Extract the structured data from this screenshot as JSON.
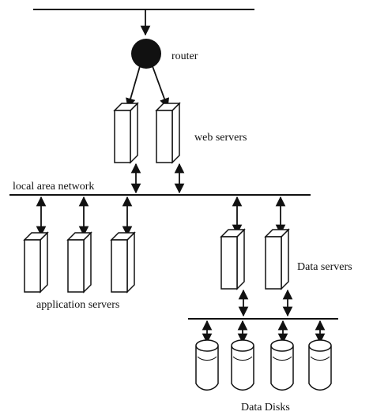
{
  "labels": {
    "router": "router",
    "web_servers": "web servers",
    "local_area_network": "local area network",
    "application_servers": "application servers",
    "data_servers": "Data servers",
    "data_disks": "Data Disks"
  }
}
